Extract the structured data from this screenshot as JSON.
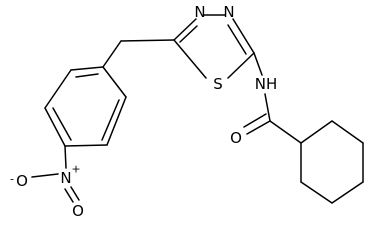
{
  "molecule": {
    "atoms": {
      "thiadiazole_n3": "N",
      "thiadiazole_n4": "N",
      "thiadiazole_s": "S",
      "amide_nh": "NH",
      "carbonyl_o": "O",
      "nitro_n": "N",
      "nitro_o_double": "O",
      "nitro_o_single": "O"
    },
    "charges": {
      "nitro_n": "+",
      "nitro_o_single": "-"
    }
  }
}
